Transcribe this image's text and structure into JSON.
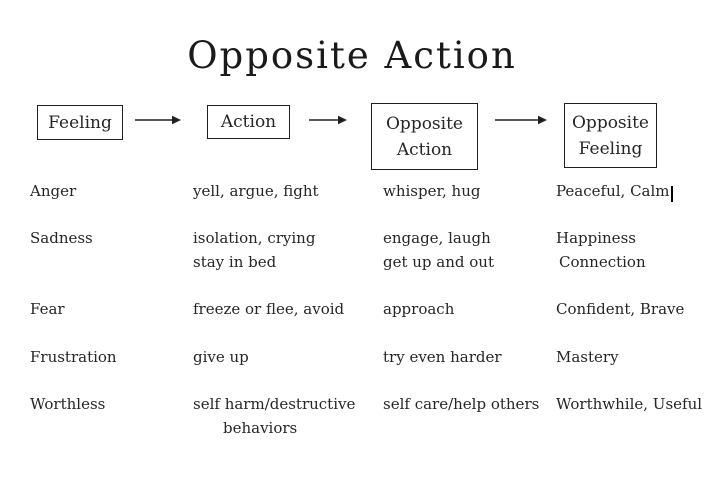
{
  "title": "Opposite Action",
  "flow": {
    "arrow_icon": "right-arrow",
    "boxes": [
      {
        "lines": [
          "Feeling"
        ]
      },
      {
        "lines": [
          "Action"
        ]
      },
      {
        "lines": [
          "Opposite",
          "Action"
        ]
      },
      {
        "lines": [
          "Opposite",
          "Feeling"
        ]
      }
    ]
  },
  "rows": [
    {
      "feeling": [
        "Anger"
      ],
      "action": [
        "yell, argue, fight"
      ],
      "opposite_action": [
        "whisper, hug"
      ],
      "opposite_feeling": [
        "Peaceful, Calm"
      ],
      "has_text_cursor": true
    },
    {
      "feeling": [
        "Sadness"
      ],
      "action": [
        "isolation, crying",
        "stay in bed"
      ],
      "opposite_action": [
        "engage, laugh",
        "get up and out"
      ],
      "opposite_feeling": [
        "Happiness",
        "Connection"
      ]
    },
    {
      "feeling": [
        "Fear"
      ],
      "action": [
        "freeze or flee, avoid"
      ],
      "opposite_action": [
        "approach"
      ],
      "opposite_feeling": [
        "Confident, Brave"
      ]
    },
    {
      "feeling": [
        "Frustration"
      ],
      "action": [
        "give up"
      ],
      "opposite_action": [
        "try even harder"
      ],
      "opposite_feeling": [
        "Mastery"
      ]
    },
    {
      "feeling": [
        "Worthless"
      ],
      "action": [
        "self harm/destructive",
        "behaviors"
      ],
      "opposite_action": [
        "self care/help others"
      ],
      "opposite_feeling": [
        "Worthwhile, Useful"
      ]
    }
  ],
  "colors": {
    "ink": "#262626",
    "box_border": "#1f1f1f",
    "background": "#ffffff"
  }
}
